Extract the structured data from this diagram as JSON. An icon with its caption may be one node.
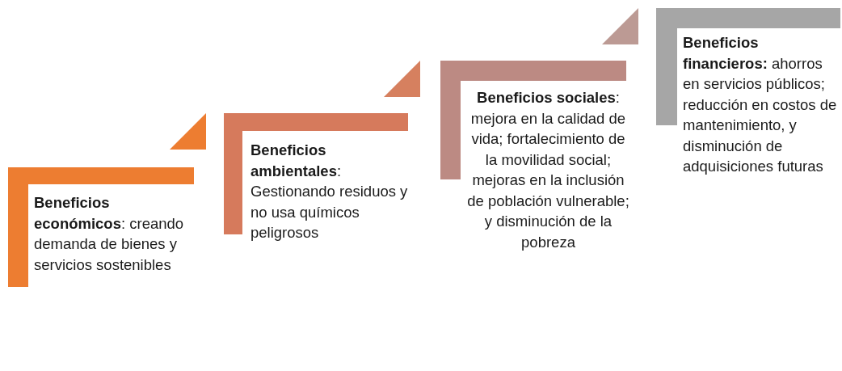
{
  "diagram": {
    "nodes": [
      {
        "text": [
          "**Beneficios económicos**: creando demanda de bienes y servicios sostenibles"
        ]
      },
      {
        "text": [
          "**Beneficios ambientales**: Gestionando residuos y no usa químicos peligrosos"
        ]
      },
      {
        "text": [
          "**Beneficios sociales**: mejora en la calidad de vida; fortalecimiento de la movilidad social; mejoras en la inclusión de población vulnerable; y disminución de la pobreza"
        ]
      },
      {
        "text": [
          "**Beneficios financieros:** ahorros en servicios públicos; reducción en costos de mantenimiento, y disminución de adquisiciones futuras"
        ]
      }
    ]
  }
}
